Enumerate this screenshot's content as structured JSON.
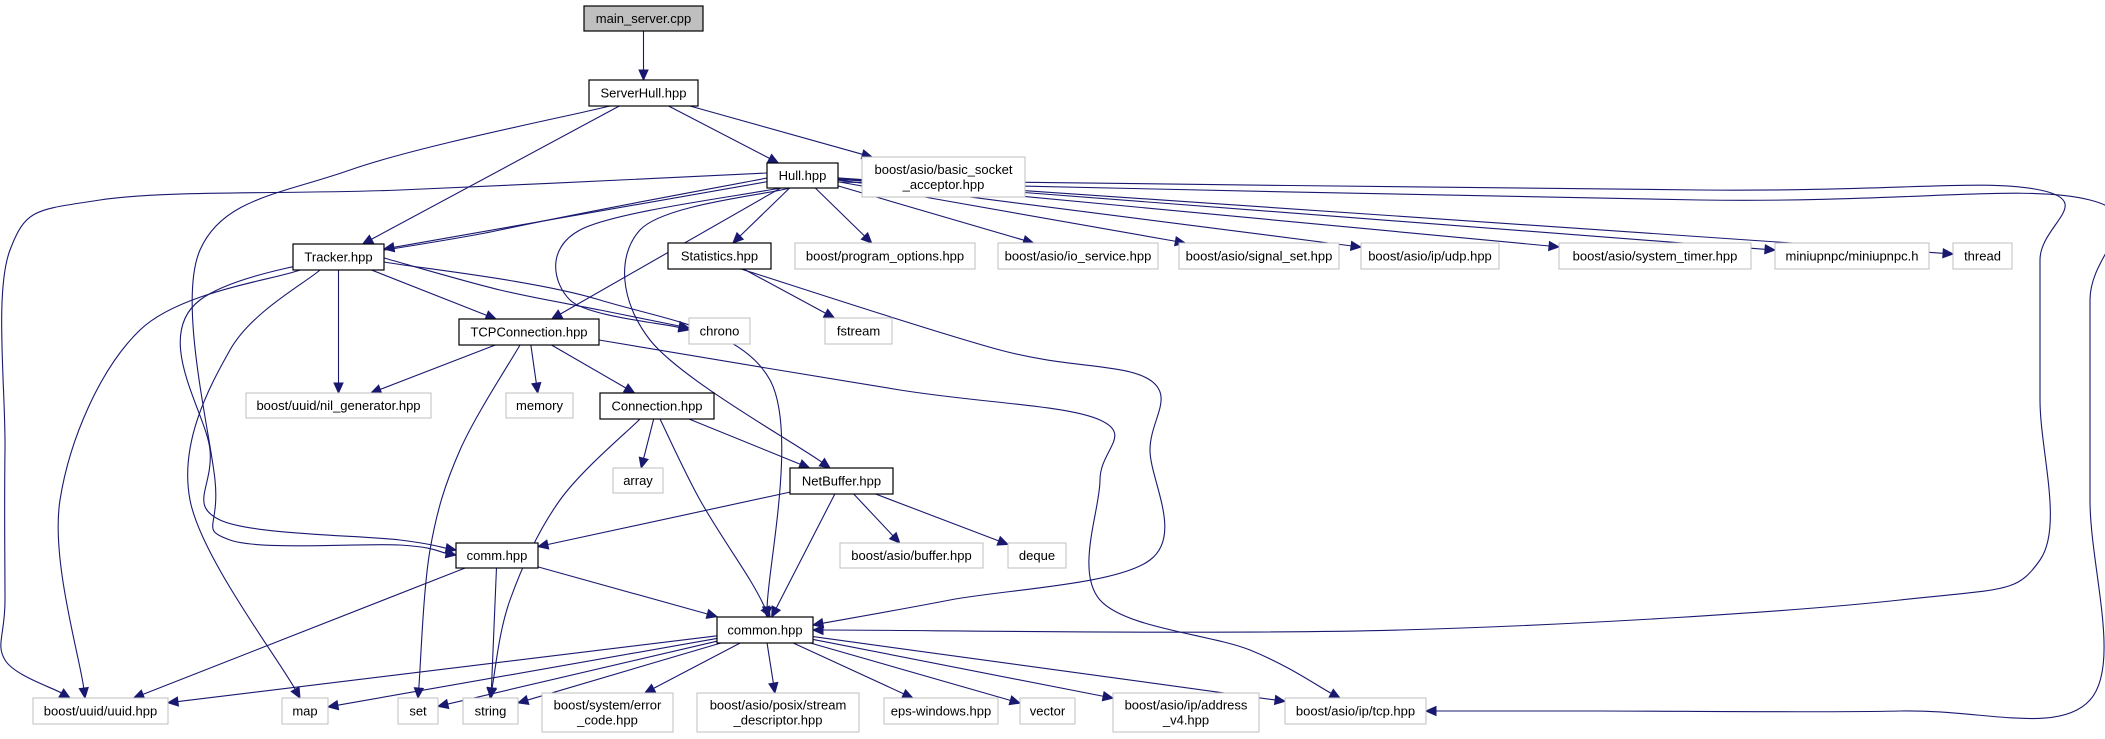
{
  "title": "main_server.cpp include dependency graph",
  "colors": {
    "edge": "#191970",
    "root_fill": "#bfbfbf",
    "node_border_documented": "#000000",
    "node_border_external": "#bfbfbf",
    "background": "#ffffff"
  },
  "nodes": [
    {
      "id": "main_server",
      "label": [
        "main_server.cpp"
      ],
      "kind": "root"
    },
    {
      "id": "ServerHull",
      "label": [
        "ServerHull.hpp"
      ],
      "kind": "primary"
    },
    {
      "id": "Hull",
      "label": [
        "Hull.hpp"
      ],
      "kind": "primary"
    },
    {
      "id": "basic_socket_acceptor",
      "label": [
        "boost/asio/basic_socket",
        "_acceptor.hpp"
      ],
      "kind": "external"
    },
    {
      "id": "Tracker",
      "label": [
        "Tracker.hpp"
      ],
      "kind": "primary"
    },
    {
      "id": "Statistics",
      "label": [
        "Statistics.hpp"
      ],
      "kind": "primary"
    },
    {
      "id": "program_options",
      "label": [
        "boost/program_options.hpp"
      ],
      "kind": "external"
    },
    {
      "id": "io_service",
      "label": [
        "boost/asio/io_service.hpp"
      ],
      "kind": "external"
    },
    {
      "id": "signal_set",
      "label": [
        "boost/asio/signal_set.hpp"
      ],
      "kind": "external"
    },
    {
      "id": "udp",
      "label": [
        "boost/asio/ip/udp.hpp"
      ],
      "kind": "external"
    },
    {
      "id": "system_timer",
      "label": [
        "boost/asio/system_timer.hpp"
      ],
      "kind": "external"
    },
    {
      "id": "miniupnpc",
      "label": [
        "miniupnpc/miniupnpc.h"
      ],
      "kind": "external"
    },
    {
      "id": "thread",
      "label": [
        "thread"
      ],
      "kind": "external"
    },
    {
      "id": "TCPConnection",
      "label": [
        "TCPConnection.hpp"
      ],
      "kind": "primary"
    },
    {
      "id": "chrono",
      "label": [
        "chrono"
      ],
      "kind": "external"
    },
    {
      "id": "fstream",
      "label": [
        "fstream"
      ],
      "kind": "external"
    },
    {
      "id": "nil_generator",
      "label": [
        "boost/uuid/nil_generator.hpp"
      ],
      "kind": "external"
    },
    {
      "id": "memory",
      "label": [
        "memory"
      ],
      "kind": "external"
    },
    {
      "id": "Connection",
      "label": [
        "Connection.hpp"
      ],
      "kind": "primary"
    },
    {
      "id": "array",
      "label": [
        "array"
      ],
      "kind": "external"
    },
    {
      "id": "NetBuffer",
      "label": [
        "NetBuffer.hpp"
      ],
      "kind": "primary"
    },
    {
      "id": "buffer",
      "label": [
        "boost/asio/buffer.hpp"
      ],
      "kind": "external"
    },
    {
      "id": "deque",
      "label": [
        "deque"
      ],
      "kind": "external"
    },
    {
      "id": "comm",
      "label": [
        "comm.hpp"
      ],
      "kind": "primary"
    },
    {
      "id": "common",
      "label": [
        "common.hpp"
      ],
      "kind": "primary"
    },
    {
      "id": "uuid",
      "label": [
        "boost/uuid/uuid.hpp"
      ],
      "kind": "external"
    },
    {
      "id": "map",
      "label": [
        "map"
      ],
      "kind": "external"
    },
    {
      "id": "set",
      "label": [
        "set"
      ],
      "kind": "external"
    },
    {
      "id": "string",
      "label": [
        "string"
      ],
      "kind": "external"
    },
    {
      "id": "error_code",
      "label": [
        "boost/system/error",
        "_code.hpp"
      ],
      "kind": "external"
    },
    {
      "id": "stream_descriptor",
      "label": [
        "boost/asio/posix/stream",
        "_descriptor.hpp"
      ],
      "kind": "external"
    },
    {
      "id": "eps_windows",
      "label": [
        "eps-windows.hpp"
      ],
      "kind": "external"
    },
    {
      "id": "vector",
      "label": [
        "vector"
      ],
      "kind": "external"
    },
    {
      "id": "address_v4",
      "label": [
        "boost/asio/ip/address",
        "_v4.hpp"
      ],
      "kind": "external"
    },
    {
      "id": "tcp",
      "label": [
        "boost/asio/ip/tcp.hpp"
      ],
      "kind": "external"
    }
  ],
  "edges": [
    [
      "main_server",
      "ServerHull"
    ],
    [
      "ServerHull",
      "Hull"
    ],
    [
      "ServerHull",
      "basic_socket_acceptor"
    ],
    [
      "ServerHull",
      "Tracker"
    ],
    [
      "ServerHull",
      "comm"
    ],
    [
      "Hull",
      "Tracker"
    ],
    [
      "Hull",
      "Statistics"
    ],
    [
      "Hull",
      "program_options"
    ],
    [
      "Hull",
      "io_service"
    ],
    [
      "Hull",
      "signal_set"
    ],
    [
      "Hull",
      "udp"
    ],
    [
      "Hull",
      "system_timer"
    ],
    [
      "Hull",
      "miniupnpc"
    ],
    [
      "Hull",
      "thread"
    ],
    [
      "Hull",
      "TCPConnection"
    ],
    [
      "Hull",
      "chrono"
    ],
    [
      "Hull",
      "NetBuffer"
    ],
    [
      "Hull",
      "comm"
    ],
    [
      "Hull",
      "common"
    ],
    [
      "Hull",
      "uuid"
    ],
    [
      "Hull",
      "tcp"
    ],
    [
      "Tracker",
      "TCPConnection"
    ],
    [
      "Tracker",
      "nil_generator"
    ],
    [
      "Tracker",
      "chrono"
    ],
    [
      "Tracker",
      "common"
    ],
    [
      "Tracker",
      "uuid"
    ],
    [
      "Tracker",
      "map"
    ],
    [
      "Statistics",
      "fstream"
    ],
    [
      "Statistics",
      "common"
    ],
    [
      "TCPConnection",
      "nil_generator"
    ],
    [
      "TCPConnection",
      "memory"
    ],
    [
      "TCPConnection",
      "Connection"
    ],
    [
      "TCPConnection",
      "set"
    ],
    [
      "TCPConnection",
      "tcp"
    ],
    [
      "Connection",
      "array"
    ],
    [
      "Connection",
      "NetBuffer"
    ],
    [
      "Connection",
      "common"
    ],
    [
      "Connection",
      "string"
    ],
    [
      "NetBuffer",
      "comm"
    ],
    [
      "NetBuffer",
      "buffer"
    ],
    [
      "NetBuffer",
      "deque"
    ],
    [
      "NetBuffer",
      "common"
    ],
    [
      "comm",
      "common"
    ],
    [
      "comm",
      "uuid"
    ],
    [
      "comm",
      "string"
    ],
    [
      "common",
      "uuid"
    ],
    [
      "common",
      "map"
    ],
    [
      "common",
      "set"
    ],
    [
      "common",
      "string"
    ],
    [
      "common",
      "error_code"
    ],
    [
      "common",
      "stream_descriptor"
    ],
    [
      "common",
      "eps_windows"
    ],
    [
      "common",
      "vector"
    ],
    [
      "common",
      "address_v4"
    ],
    [
      "common",
      "tcp"
    ]
  ]
}
